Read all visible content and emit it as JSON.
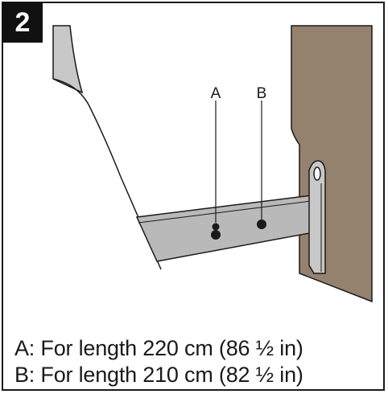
{
  "step": {
    "number": "2"
  },
  "labels": {
    "a": "A",
    "b": "B"
  },
  "captions": [
    "A: For length 220 cm (86 ½ in)",
    "B: For length 210 cm (82 ½ in)"
  ],
  "colors": {
    "wall": "#94826e",
    "bracket": "#b9b9b9",
    "panel": "#c8c8c8",
    "line": "#1a1a1a"
  }
}
